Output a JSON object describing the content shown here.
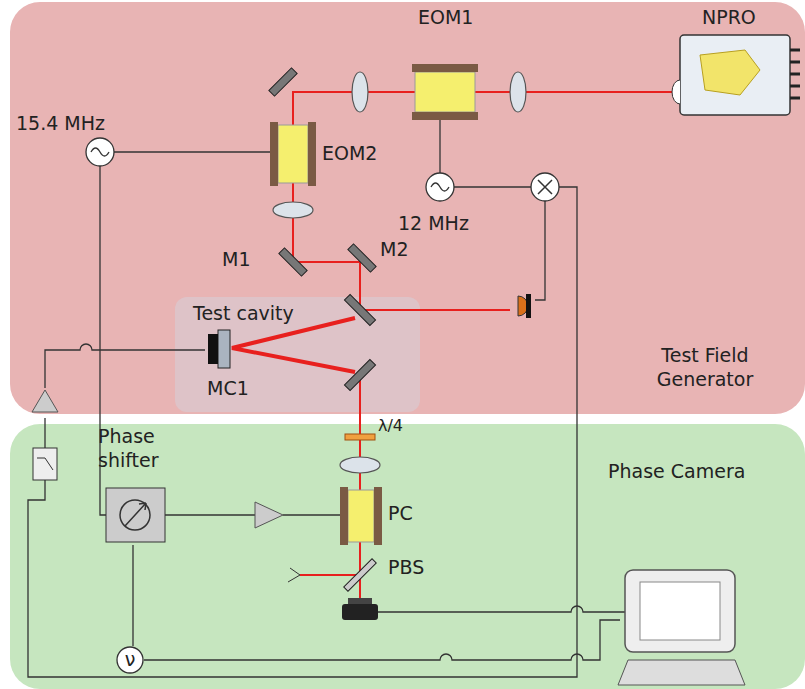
{
  "diagram": {
    "nodes": [
      {
        "text": [
          "Test Field Generator"
        ]
      },
      {
        "text": [
          "Phase Camera"
        ]
      },
      {
        "text": [
          "Test cavity",
          "MC1"
        ],
        "in": 0
      },
      {
        "text": [
          "Phase shifter"
        ],
        "in": 1
      },
      {
        "text": [
          "ν"
        ],
        "in": 1
      }
    ],
    "edges": [
      {
        "from": 3,
        "to": 4,
        "arrow": "none"
      }
    ],
    "labels": [
      "EOM1",
      "NPRO",
      "15.4 MHz",
      "EOM2",
      "12 MHz",
      "M1",
      "M2",
      "λ/4",
      "PC",
      "PBS"
    ]
  }
}
